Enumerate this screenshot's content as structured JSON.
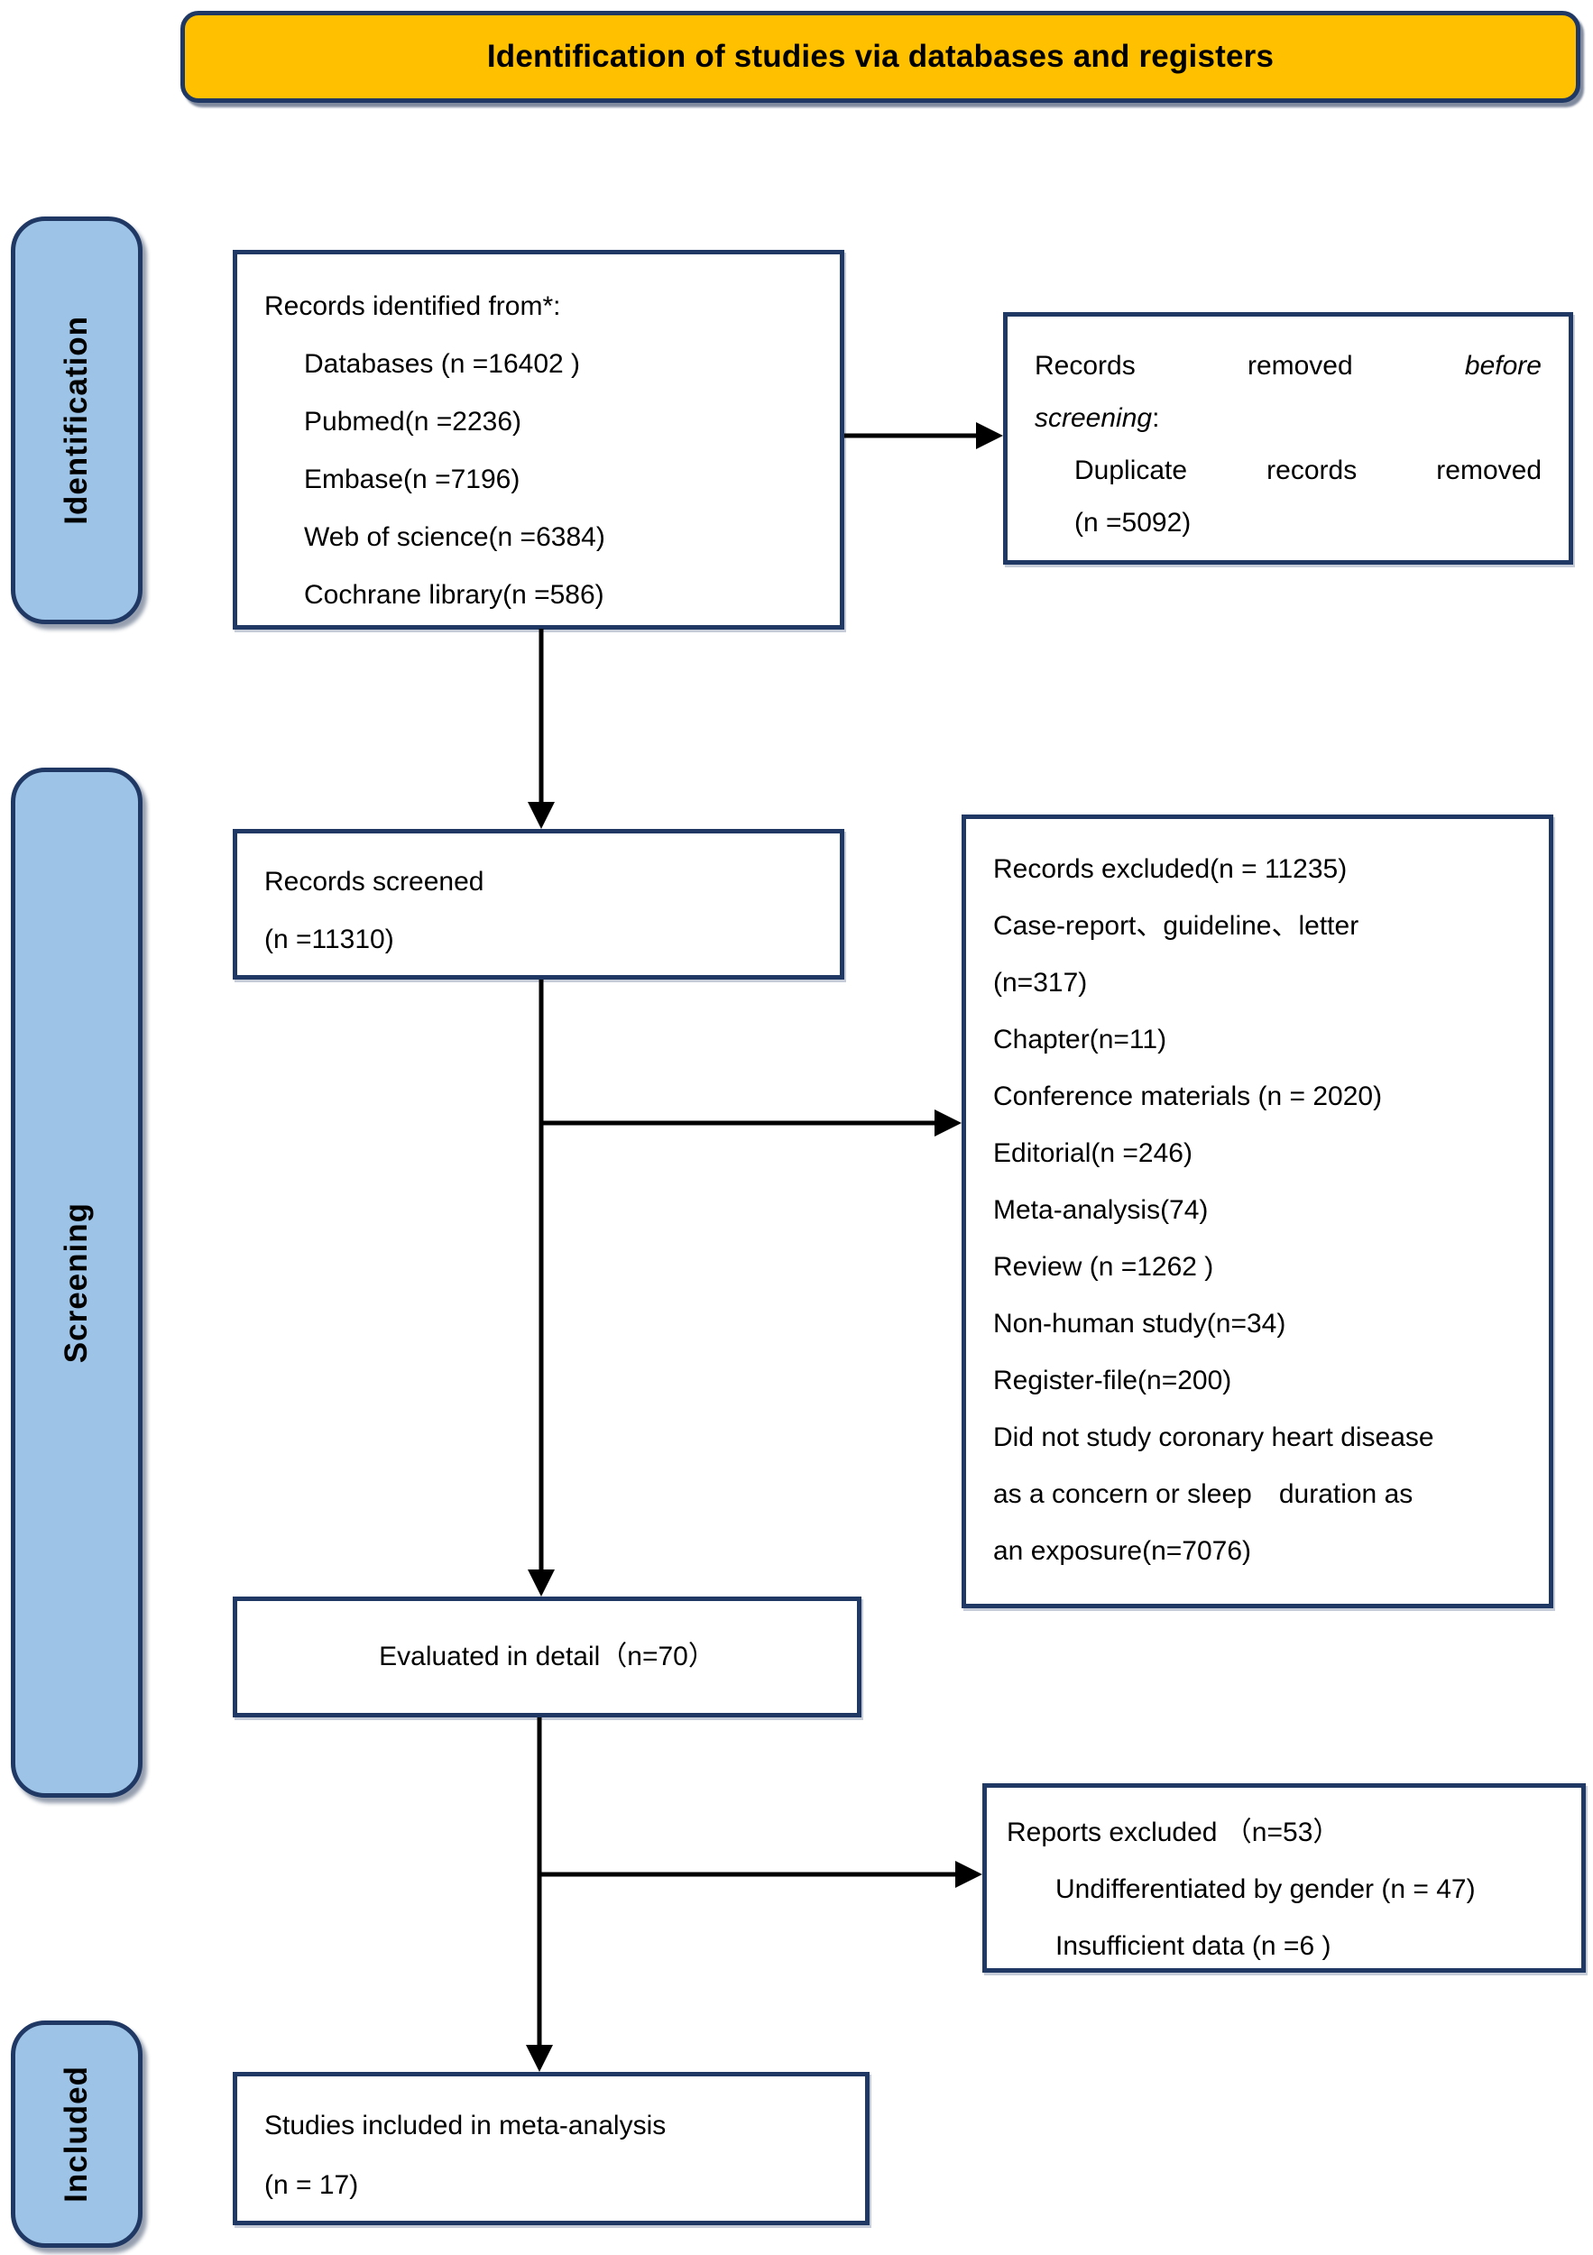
{
  "banner": {
    "title": "Identification of studies via databases and registers"
  },
  "sidebar": {
    "identification": "Identification",
    "screening": "Screening",
    "included": "Included"
  },
  "boxes": {
    "records_identified": {
      "title": "Records identified from*:",
      "items": [
        "Databases (n =16402 )",
        "Pubmed(n =2236)",
        "Embase(n =7196)",
        "Web of science(n =6384)",
        "Cochrane library(n =586)"
      ]
    },
    "records_removed": {
      "w1": "Records",
      "w2": "removed",
      "w3": "before",
      "line2_italic": "screening",
      "line2_suffix": ":",
      "dup1": "Duplicate",
      "dup2": "records",
      "dup3": "removed",
      "count": "(n =5092)"
    },
    "records_screened": {
      "line1": "Records screened",
      "line2": "(n =11310)"
    },
    "records_excluded": {
      "lines": [
        "Records excluded(n = 11235)",
        "Case-report、guideline、letter",
        "(n=317)",
        "Chapter(n=11)",
        "Conference materials (n = 2020)",
        "Editorial(n =246)",
        "Meta-analysis(74)",
        "Review (n =1262 )",
        "Non-human study(n=34)",
        "Register-file(n=200)",
        "Did not study coronary heart disease",
        "as a concern or sleep duration as",
        "an exposure(n=7076)"
      ]
    },
    "evaluated": {
      "line1": "Evaluated in detail（n=70）"
    },
    "reports_excluded": {
      "title": "Reports excluded （n=53）",
      "items": [
        "Undifferentiated by gender (n = 47)",
        "Insufficient data (n =6 )"
      ]
    },
    "studies_included": {
      "line1": "Studies included in meta-analysis",
      "line2": "(n = 17)"
    }
  },
  "colors": {
    "banner_bg": "#FFC000",
    "stage_bg": "#9DC3E6",
    "border_navy": "#1F3864",
    "arrow": "#000000"
  }
}
